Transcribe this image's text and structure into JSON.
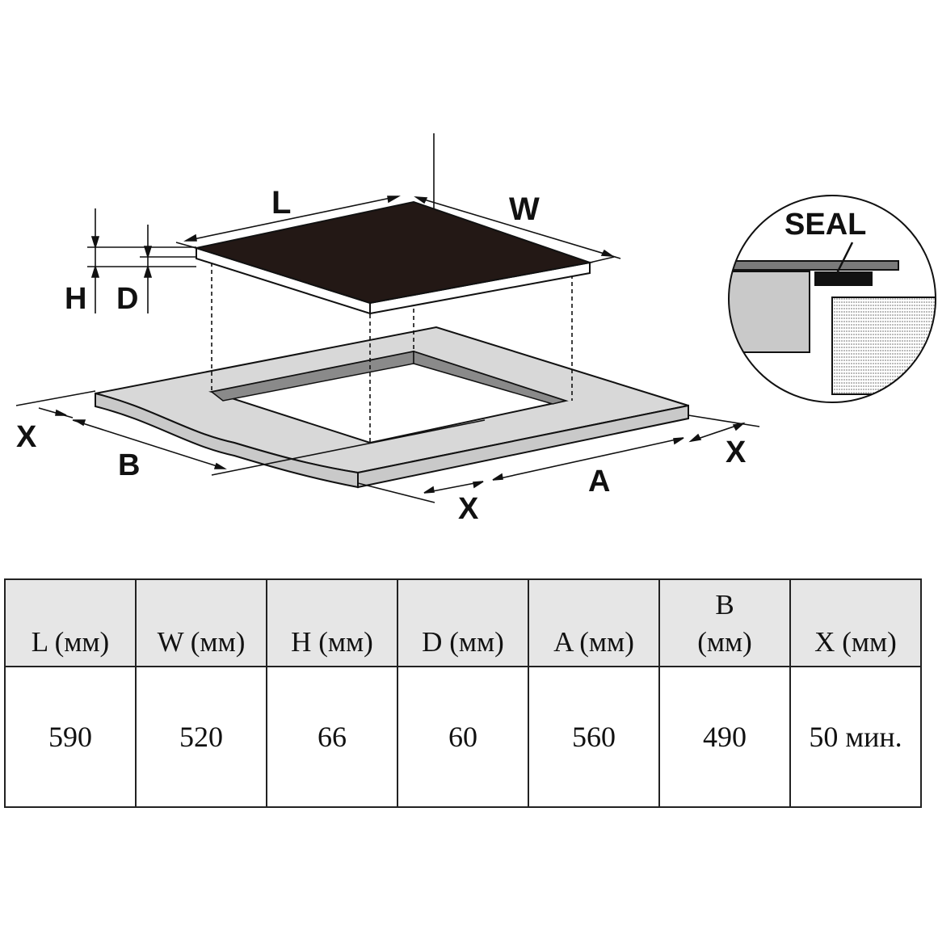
{
  "diagram": {
    "labels": {
      "L": "L",
      "W": "W",
      "H": "H",
      "D": "D",
      "X_left": "X",
      "X_right": "X",
      "X_bottom": "X",
      "B": "B",
      "A": "A",
      "seal": "SEAL"
    },
    "colors": {
      "cooktop_surface": "#231815",
      "countertop": "#d8d8d8",
      "cutout_wall": "#8a8a8a",
      "seal_inset_bg": "#ffffff"
    }
  },
  "table": {
    "headers": [
      {
        "line1": "",
        "line2": "L  (мм)"
      },
      {
        "line1": "",
        "line2": "W  (мм)"
      },
      {
        "line1": "",
        "line2": "H (мм)"
      },
      {
        "line1": "",
        "line2": "D (мм)"
      },
      {
        "line1": "",
        "line2": "A  (мм)"
      },
      {
        "line1": "B",
        "line2": "(мм)"
      },
      {
        "line1": "",
        "line2": "X (мм)"
      }
    ],
    "values": [
      "590",
      "520",
      "66",
      "60",
      "560",
      "490",
      "50 мин."
    ],
    "header_bg": "#e6e6e6"
  }
}
